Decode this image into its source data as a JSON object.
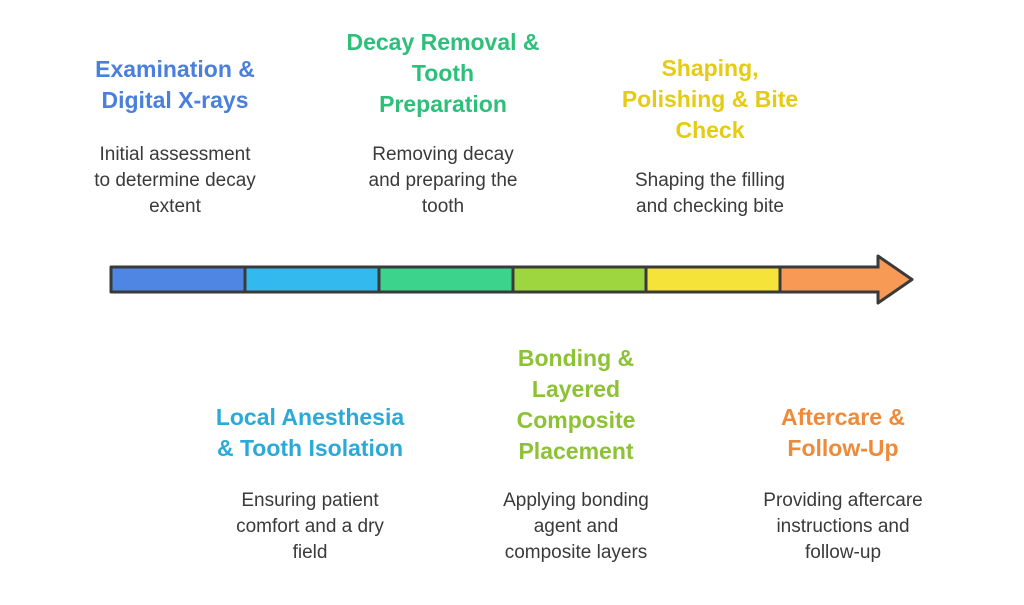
{
  "steps": [
    {
      "title_lines": [
        "Examination &",
        "Digital X-rays"
      ],
      "desc_lines": [
        "Initial assessment",
        "to determine decay",
        "extent"
      ],
      "color": "#4A7FDC",
      "segment_color": "#4F86E4",
      "position": "above"
    },
    {
      "title_lines": [
        "Local Anesthesia",
        "& Tooth Isolation"
      ],
      "desc_lines": [
        "Ensuring patient",
        "comfort and a dry",
        "field"
      ],
      "color": "#2BAAD9",
      "segment_color": "#33B9EE",
      "position": "below"
    },
    {
      "title_lines": [
        "Decay Removal &",
        "Tooth",
        "Preparation"
      ],
      "desc_lines": [
        "Removing decay",
        "and preparing the",
        "tooth"
      ],
      "color": "#2EBF7A",
      "segment_color": "#3CD38C",
      "position": "above"
    },
    {
      "title_lines": [
        "Bonding &",
        "Layered",
        "Composite",
        "Placement"
      ],
      "desc_lines": [
        "Applying bonding",
        "agent and",
        "composite layers"
      ],
      "color": "#8CC234",
      "segment_color": "#9ED63F",
      "position": "below"
    },
    {
      "title_lines": [
        "Shaping,",
        "Polishing & Bite",
        "Check"
      ],
      "desc_lines": [
        "Shaping the filling",
        "and checking bite"
      ],
      "color": "#E5CC12",
      "segment_color": "#F5E33A",
      "position": "above"
    },
    {
      "title_lines": [
        "Aftercare &",
        "Follow-Up"
      ],
      "desc_lines": [
        "Providing aftercare",
        "instructions and",
        "follow-up"
      ],
      "color": "#EE8A3A",
      "segment_color": "#F79A55",
      "position": "below"
    }
  ],
  "arrow": {
    "outline_color": "#3a3a3a"
  }
}
